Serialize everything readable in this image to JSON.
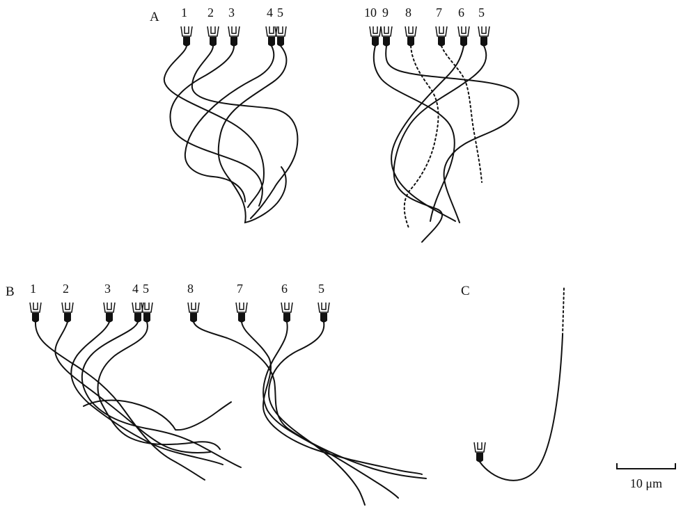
{
  "panels": {
    "A": {
      "label": "A",
      "left_numbers": [
        "1",
        "2",
        "3",
        "4",
        "5"
      ],
      "right_numbers": [
        "10",
        "9",
        "8",
        "7",
        "6",
        "5"
      ],
      "dotted_cilia": [
        "8",
        "7"
      ]
    },
    "B": {
      "label": "B",
      "left_numbers": [
        "1",
        "2",
        "3",
        "4",
        "5"
      ],
      "right_numbers": [
        "8",
        "7",
        "6",
        "5"
      ]
    },
    "C": {
      "label": "C"
    }
  },
  "scale_bar": {
    "label": "10 μm"
  },
  "colors": {
    "ink": "#111111",
    "background": "#ffffff"
  }
}
